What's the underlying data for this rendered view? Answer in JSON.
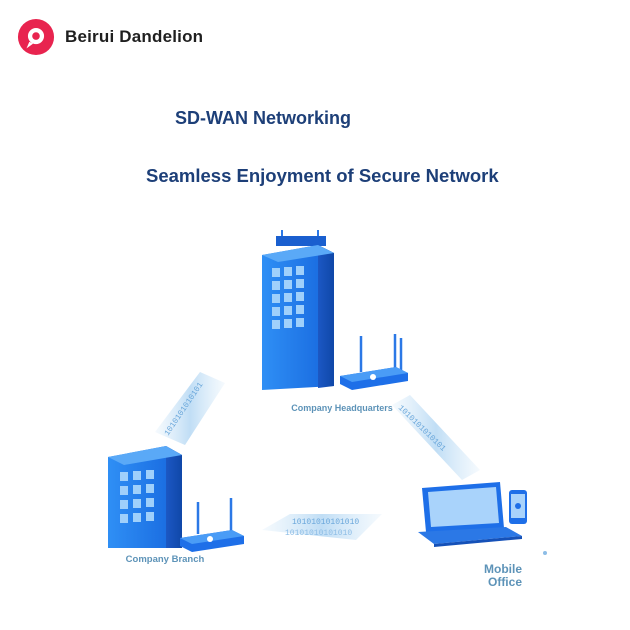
{
  "brand": {
    "name": "Beirui Dandelion",
    "logo_color": "#e8244f"
  },
  "title": "SD-WAN Networking",
  "subtitle": "Seamless Enjoyment of Secure Network",
  "nodes": {
    "hq": "Company Headquarters",
    "branch": "Company Branch",
    "mobile_line1": "Mobile",
    "mobile_line2": "Office"
  },
  "links": {
    "hq_branch": "1010101010101",
    "hq_mobile": "1010101010101",
    "branch_mobile": "10101010101010"
  },
  "icons": [
    "building-icon",
    "router-icon",
    "laptop-icon",
    "phone-icon"
  ],
  "colors": {
    "accent": "#1e6fe8",
    "text": "#1d3f78",
    "label": "#5d93b8"
  }
}
